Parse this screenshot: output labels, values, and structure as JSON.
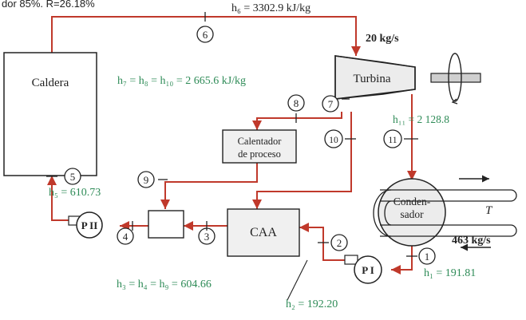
{
  "top_caption": "dor 85%. R=26.18%",
  "values": {
    "h6": "h₆ = 3302.9 kJ/kg",
    "mass_flow_turbine": "20 kg/s",
    "h7_h8_h10": "h₇ = h₈ = h₁₀ = 2 665.6 kJ/kg",
    "h11": "h₁₁ = 2 128.8",
    "h5": "h₅ = 610.73",
    "h3_h4_h9": "h₃ = h₄ = h₉ = 604.66",
    "h2": "h₂ = 192.20",
    "h1": "h₁ = 191.81",
    "mass_flow_cooling": "463 kg/s",
    "T": "T"
  },
  "components": {
    "caldera": "Caldera",
    "turbina": "Turbina",
    "calentador_line1": "Calentador",
    "calentador_line2": "de proceso",
    "caa": "CAA",
    "condensador_line1": "Conden-",
    "condensador_line2": "sador",
    "pump2": "P II",
    "pump1": "P I"
  },
  "states": [
    "1",
    "2",
    "3",
    "4",
    "5",
    "6",
    "7",
    "8",
    "9",
    "10",
    "11"
  ],
  "colors": {
    "pipe": "#c0392b",
    "value_text": "#2e8b57",
    "ink": "#222222"
  }
}
